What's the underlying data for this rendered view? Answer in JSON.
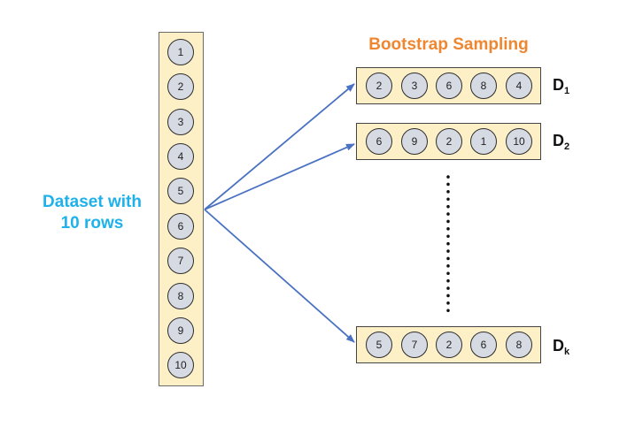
{
  "dataset": {
    "label_line1": "Dataset with",
    "label_line2": "10 rows",
    "rows": [
      "1",
      "2",
      "3",
      "4",
      "5",
      "6",
      "7",
      "8",
      "9",
      "10"
    ]
  },
  "bootstrap": {
    "title": "Bootstrap Sampling",
    "samples": [
      {
        "name": "D",
        "sub": "1",
        "items": [
          "2",
          "3",
          "6",
          "8",
          "4"
        ]
      },
      {
        "name": "D",
        "sub": "2",
        "items": [
          "6",
          "9",
          "2",
          "1",
          "10"
        ]
      },
      {
        "name": "D",
        "sub": "k",
        "items": [
          "5",
          "7",
          "2",
          "6",
          "8"
        ]
      }
    ]
  },
  "colors": {
    "label_blue": "#1fb2ea",
    "title_orange": "#ef8630",
    "arrow_blue": "#4a72c2",
    "box_fill": "#fdefc6",
    "circle_fill": "#d6dae3"
  }
}
